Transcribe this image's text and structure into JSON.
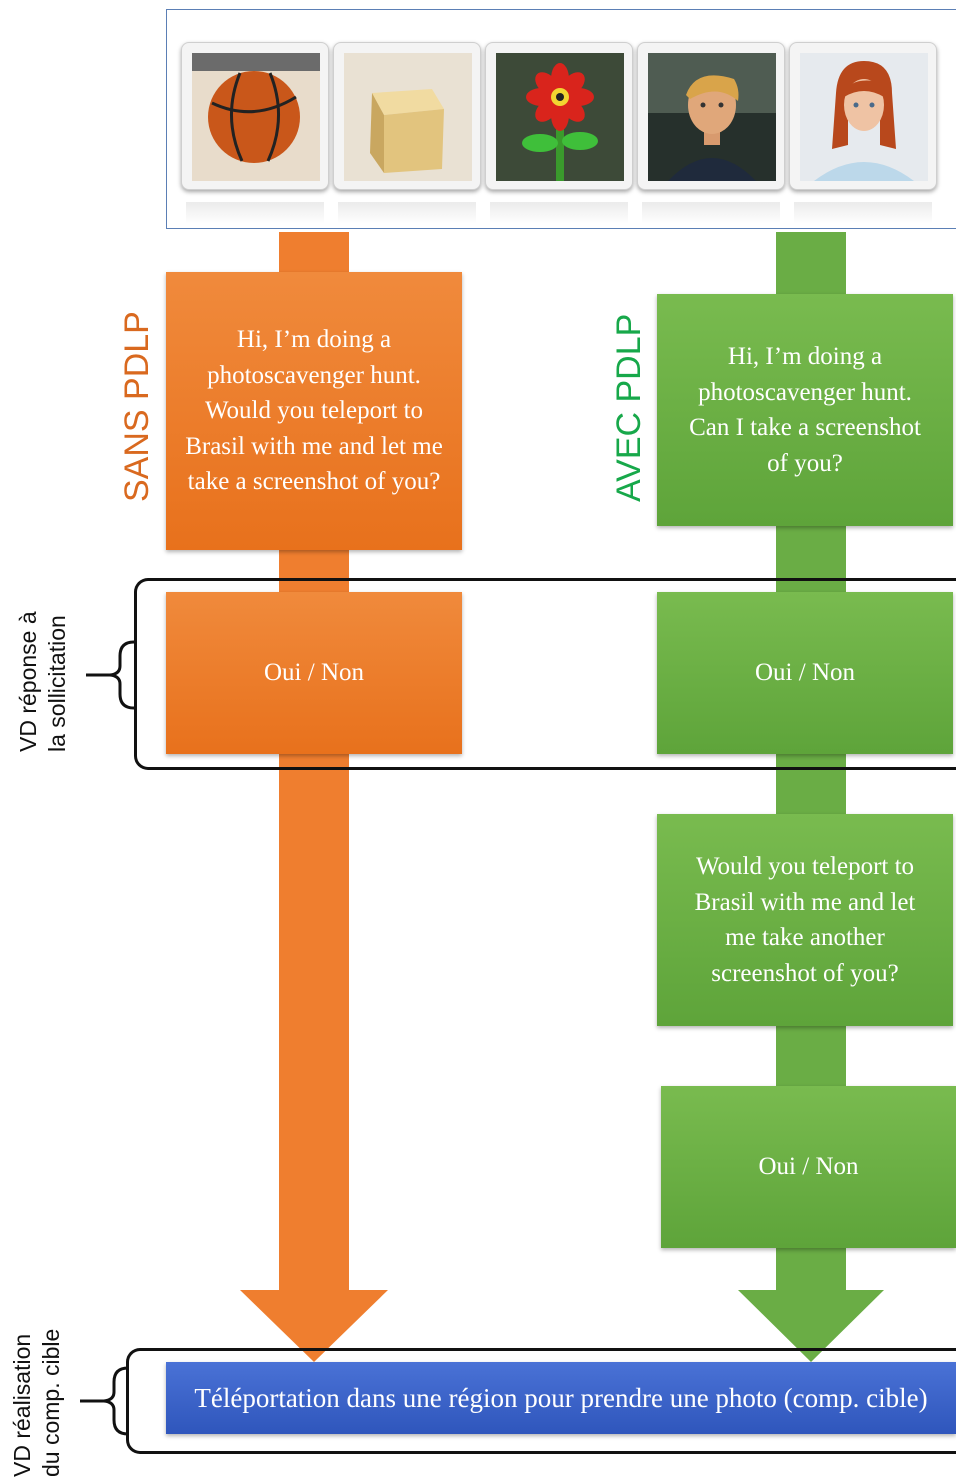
{
  "avatars": [
    {
      "name": "basketball"
    },
    {
      "name": "wooden-cube"
    },
    {
      "name": "flower"
    },
    {
      "name": "male-avatar"
    },
    {
      "name": "female-avatar"
    }
  ],
  "labels": {
    "sans": "SANS PDLP",
    "avec": "AVEC PDLP",
    "vd_reponse_line1": "VD réponse à",
    "vd_reponse_line2": "la sollicitation",
    "vd_realisation_line1": "VD réalisation",
    "vd_realisation_line2": "du comp. cible"
  },
  "boxes": {
    "orange_request": "Hi, I’m doing a photoscavenger hunt. Would you teleport to Brasil with me and let me take a screenshot of you?",
    "orange_answer": "Oui / Non",
    "green_request": "Hi, I’m doing a photoscavenger hunt. Can I take a screenshot of you?",
    "green_answer": "Oui / Non",
    "green_second_request": "Would you teleport to Brasil with me and let me take another screenshot of you?",
    "green_second_answer": "Oui / Non",
    "final": "Téléportation dans une région pour prendre une photo (comp. cible)"
  },
  "colors": {
    "orange": "#ef7e2f",
    "green": "#6aad45",
    "blue": "#3a60c8",
    "sans_label": "#d9691f",
    "avec_label": "#17a84a"
  }
}
